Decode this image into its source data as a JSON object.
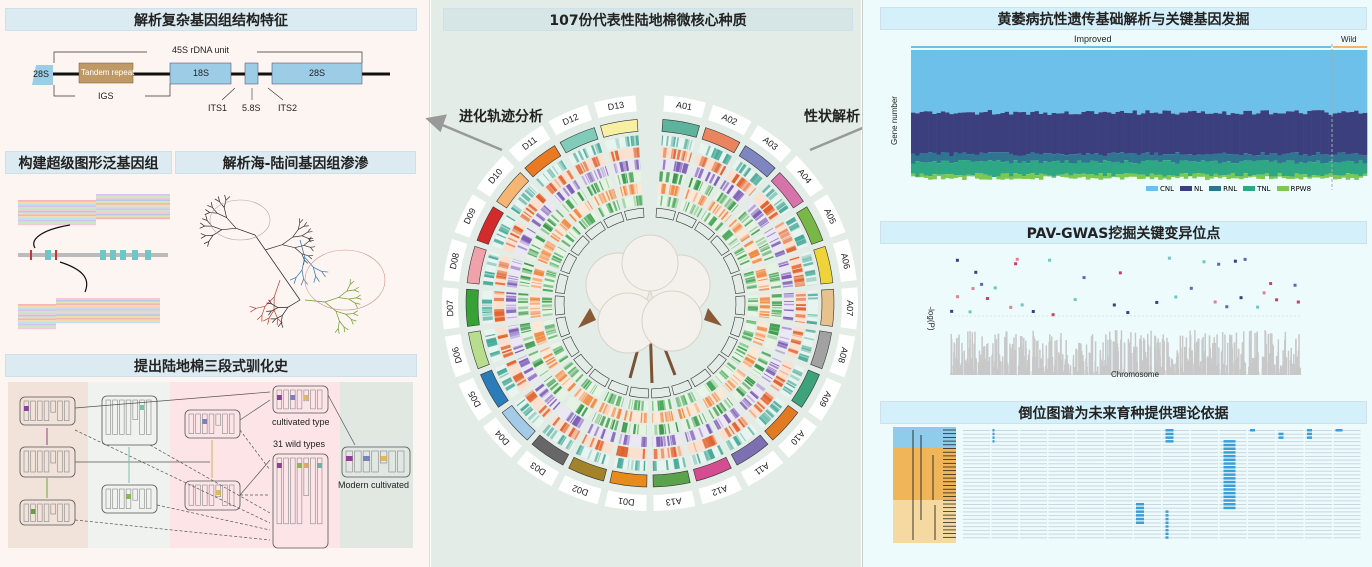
{
  "left": {
    "rdna": {
      "title": "解析复杂基因组结构特征",
      "unit_label": "45S rDNA unit",
      "left_28s": "28S",
      "tandem": "Tandem repeat",
      "s18": "18S",
      "s28": "28S",
      "igs": "IGS",
      "its1": "ITS1",
      "s58": "5.8S",
      "its2": "ITS2"
    },
    "pangenome_title": "构建超级图形泛基因组",
    "introgression_title": "解析海-陆间基因组渗滲",
    "domestication": {
      "title": "提出陆地棉三段式驯化史",
      "cultivated": "cultivated type",
      "wild": "31 wild types",
      "modern": "Modern cultivated"
    }
  },
  "center": {
    "title": "107份代表性陆地棉微核心种质",
    "left_arrow": "进化轨迹分析",
    "right_arrow": "性状解析",
    "chromosomes": [
      "A01",
      "A02",
      "A03",
      "A04",
      "A05",
      "A06",
      "A07",
      "A08",
      "A09",
      "A10",
      "A11",
      "A12",
      "A13",
      "D01",
      "D02",
      "D03",
      "D04",
      "D05",
      "D06",
      "D07",
      "D08",
      "D09",
      "D10",
      "D11",
      "D12",
      "D13"
    ],
    "chrom_colors": [
      "#5db39b",
      "#e9845f",
      "#7d86c1",
      "#d673ab",
      "#79b749",
      "#eed43a",
      "#e7c28c",
      "#a2a2a2",
      "#3ea27a",
      "#e27a22",
      "#7d70b2",
      "#d44d90",
      "#5aa24b",
      "#e98b1c",
      "#a2832a",
      "#676767",
      "#a3cbe7",
      "#2c7cb9",
      "#b8dd8e",
      "#36a236",
      "#f0a2aa",
      "#d32b2b",
      "#f5b673",
      "#ea7a22",
      "#80ccb9",
      "#f7efa2"
    ]
  },
  "right": {
    "resistance": {
      "title": "黄萎病抗性遗传基础解析与关键基因发掘",
      "improved": "Improved",
      "wild": "Wild",
      "ylabel": "Gene number",
      "legend": [
        {
          "label": "CNL",
          "color": "#6cc0ea"
        },
        {
          "label": "NL",
          "color": "#3b3f7e"
        },
        {
          "label": "RNL",
          "color": "#2f7590"
        },
        {
          "label": "TNL",
          "color": "#2ea784"
        },
        {
          "label": "RPW8",
          "color": "#7ec852"
        }
      ]
    },
    "gwas": {
      "title": "PAV-GWAS挖掘关键变异位点",
      "ylabel": "-log(P)",
      "xlabel": "Chromosome"
    },
    "inversion": {
      "title": "倒位图谱为未来育种提供理论依据"
    }
  }
}
